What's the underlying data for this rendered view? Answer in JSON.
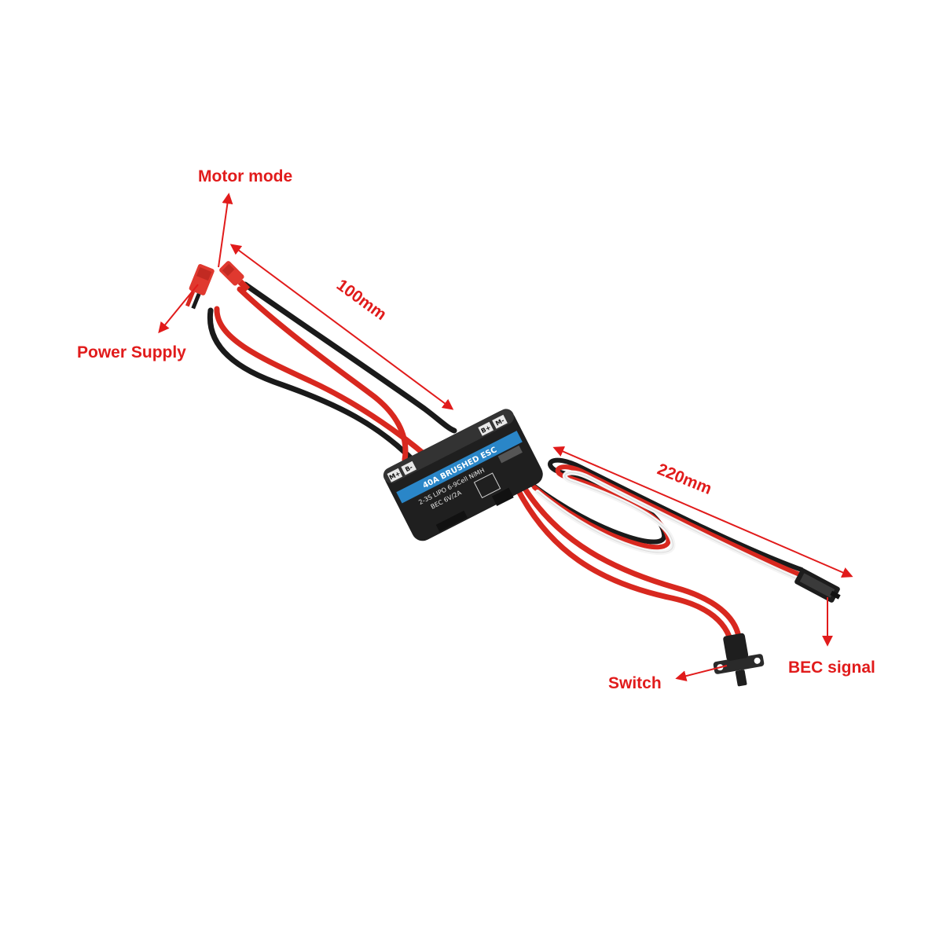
{
  "labels": {
    "motor_mode": "Motor mode",
    "power_supply": "Power Supply",
    "switch": "Switch",
    "bec_signal": "BEC signal"
  },
  "dimensions": {
    "lead_length": "100mm",
    "signal_length": "220mm"
  },
  "esc_markings": {
    "model": "40A BRUSHED ESC",
    "spec_line_1": "2-3S LIPO 6-9Cell NiMH",
    "spec_line_2": "BEC 6V/2A",
    "pad_m_plus": "M+",
    "pad_b_minus": "B-",
    "pad_b_plus": "B+",
    "pad_m_minus": "M-"
  },
  "colors": {
    "annotation": "#e11b1b",
    "wire_red": "#d8281f",
    "wire_black": "#1a1a1a",
    "wire_white": "#f4f4f4",
    "esc_body": "#1f1f1f",
    "label_strip": "#2a86c8",
    "connector_red": "#e0392f"
  },
  "icons": {
    "arrows": "arrow-icon",
    "switch": "switch-icon",
    "servo_plug": "servo-plug-icon",
    "jst_plug": "jst-plug-icon"
  }
}
